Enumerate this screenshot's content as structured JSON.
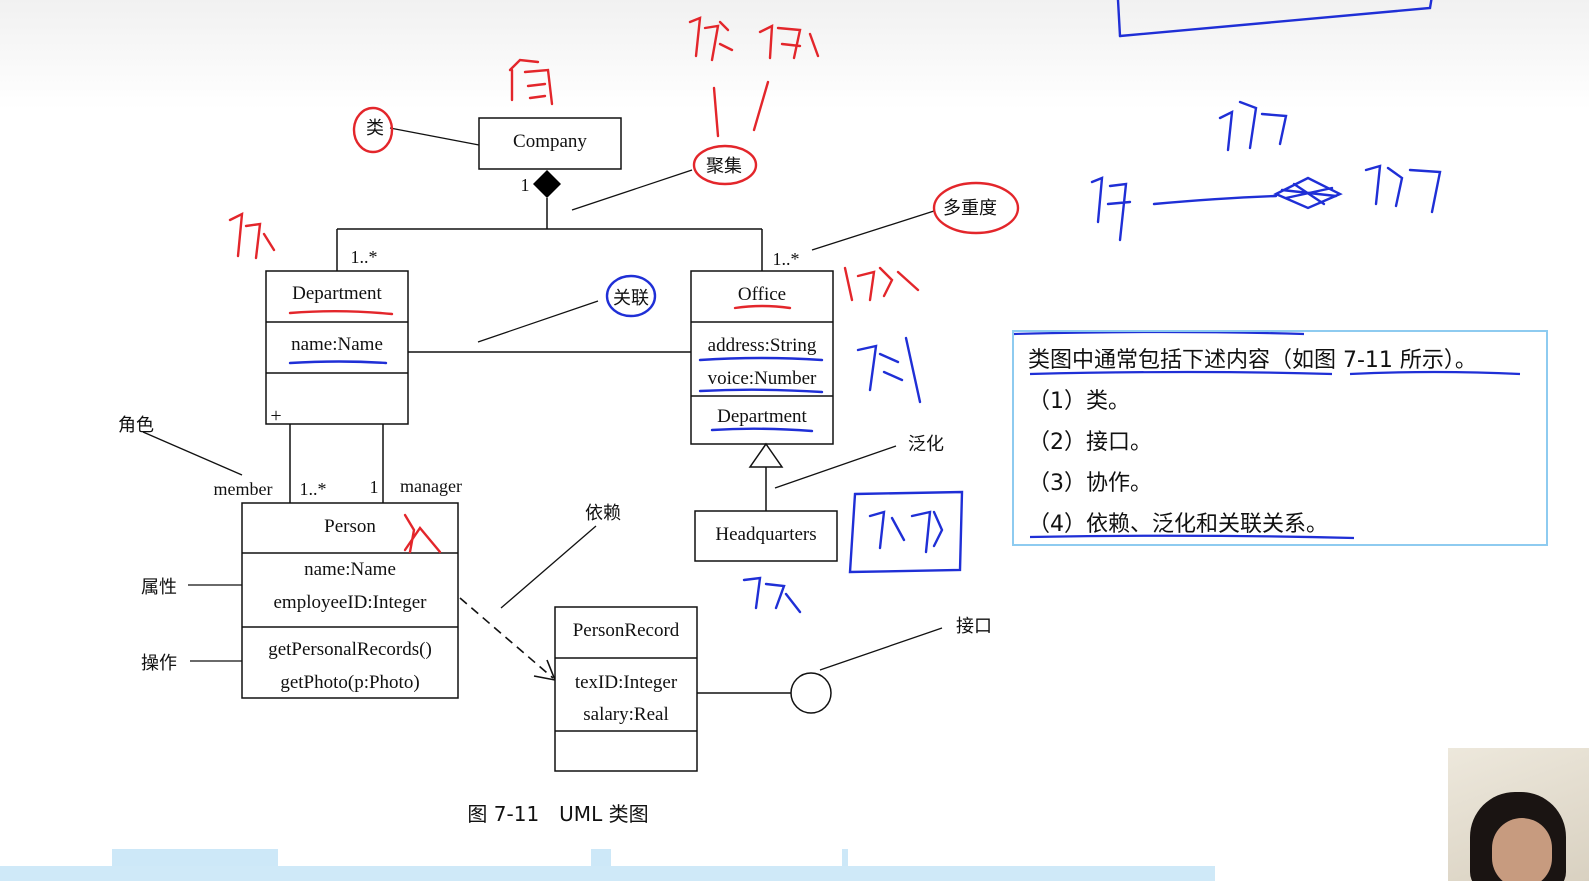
{
  "figure_caption": "图 7-11　UML 类图",
  "classes": {
    "company": {
      "name": "Company"
    },
    "department": {
      "name": "Department",
      "attributes": [
        "name:Name"
      ]
    },
    "office": {
      "name": "Office",
      "attributes": [
        "address:String",
        "voice:Number"
      ],
      "third": "Department"
    },
    "person": {
      "name": "Person",
      "attributes": [
        "name:Name",
        "employeeID:Integer"
      ],
      "operations": [
        "getPersonalRecords()",
        "getPhoto(p:Photo)"
      ]
    },
    "headquarters": {
      "name": "Headquarters"
    },
    "personrecord": {
      "name": "PersonRecord",
      "attributes": [
        "texID:Integer",
        "salary:Real"
      ]
    }
  },
  "multiplicities": {
    "company_end": "1",
    "dept_end": "1..*",
    "office_end": "1..*",
    "member_end": "1..*",
    "manager_end": "1",
    "plus": "+"
  },
  "role_labels": {
    "member": "member",
    "manager": "manager"
  },
  "annotations": {
    "class": "类",
    "aggregation": "聚集",
    "multiplicity": "多重度",
    "association": "关联",
    "role": "角色",
    "generalization": "泛化",
    "dependency": "依赖",
    "attribute": "属性",
    "operation": "操作",
    "interface": "接口"
  },
  "textbox": {
    "lines": [
      "类图中通常包括下述内容（如图 7-11 所示）。",
      "（1）类。",
      "（2）接口。",
      "（3）协作。",
      "（4）依赖、泛化和关联关系。"
    ]
  },
  "colors": {
    "ink_red": "#e3262b",
    "ink_blue": "#1f2fd6",
    "textbox_border": "#8ecbf0"
  }
}
